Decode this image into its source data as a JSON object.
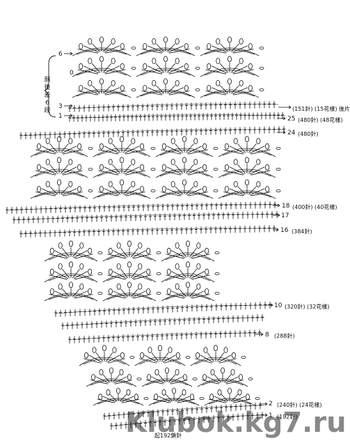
{
  "side_note": "前後差6段",
  "left_marks": [
    "6",
    "0",
    "3",
    "1"
  ],
  "rows": [
    {
      "row": "(151針) (15花樣) 後片",
      "count": ""
    },
    {
      "row": "25",
      "count": "(480針) (48花樣)"
    },
    {
      "row": "24",
      "count": "(480針)"
    },
    {
      "row": "18",
      "count": "(400針) (40花樣)"
    },
    {
      "row": "17",
      "count": ""
    },
    {
      "row": "16",
      "count": "(384針)"
    },
    {
      "row": "10",
      "count": "(320針) (32花樣)"
    },
    {
      "row": "8",
      "count": "(288針)"
    },
    {
      "row": "2",
      "count": "(240針) (24花樣)"
    },
    {
      "row": "1",
      "count": "(192針)"
    }
  ],
  "bottom_label": "起192鎖針",
  "watermark": "Klubok.kg7.ru",
  "colors": {
    "ink": "#111111",
    "background": "#ffffff"
  }
}
